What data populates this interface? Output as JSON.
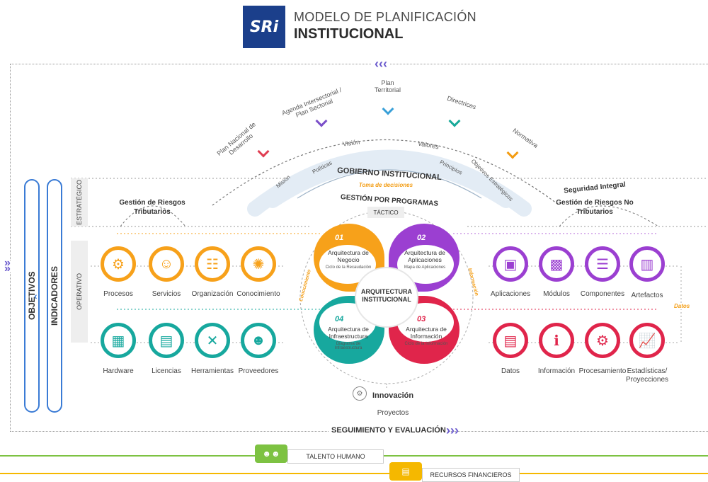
{
  "header": {
    "logo_text": "SRi",
    "title_line1": "MODELO DE PLANIFICACIÓN",
    "title_line2": "INSTITUCIONAL"
  },
  "top_chevron": "‹‹‹",
  "left_chevron": "»",
  "left": {
    "objetivos": "OBJETIVOS",
    "indicadores": "INDICADORES",
    "estrategico": "ESTRATÉGICO",
    "operativo": "OPERATIVO"
  },
  "strategic_inputs": [
    {
      "label": "Plan Nacional de Desarrollo",
      "color": "#e03e52"
    },
    {
      "label": "Agenda Intersectorial / Plan Sectorial",
      "color": "#7b4fc9"
    },
    {
      "label": "Plan Territorial",
      "color": "#3aa0d8"
    },
    {
      "label": "Directrices",
      "color": "#18a999"
    },
    {
      "label": "Normativa",
      "color": "#f39c12"
    }
  ],
  "arc_pills": {
    "outer": [
      "Visión",
      "Valores"
    ],
    "inner": [
      "Misión",
      "Políticas",
      "Principios",
      "Objetivos Estratégicos"
    ]
  },
  "governance": {
    "title": "GOBIERNO INSTITUCIONAL",
    "subtitle": "Toma de decisiones",
    "programs": "GESTIÓN POR PROGRAMAS",
    "tactico": "TÁCTICO"
  },
  "risks_left": "Gestión de Riesgos Tributarios",
  "security": {
    "title": "Seguridad Integral",
    "risks": "Gestión de Riesgos No Tributarios"
  },
  "center": {
    "title": "ARQUITECTURA INSTITUCIONAL",
    "conocimiento": "Conocimiento",
    "informacion": "Información",
    "petals": [
      {
        "num": "01",
        "title": "Arquitectura de Negocio",
        "sub": "Ciclo de la Recaudación",
        "color": "#f7a11a"
      },
      {
        "num": "02",
        "title": "Arquitectura de Aplicaciones",
        "sub": "Mapa de Aplicaciones",
        "color": "#9b3fd1"
      },
      {
        "num": "04",
        "title": "Arquitectura de Infraestructura",
        "sub": "Diagrama de Infraestructura",
        "color": "#17a89e"
      },
      {
        "num": "03",
        "title": "Arquitectura de Información",
        "sub": "Ciclo de la Información",
        "color": "#e0254b"
      }
    ]
  },
  "left_icons_top": [
    {
      "label": "Procesos",
      "icon": "gears-icon",
      "glyph": "⚙"
    },
    {
      "label": "Servicios",
      "icon": "service-icon",
      "glyph": "☺"
    },
    {
      "label": "Organización",
      "icon": "org-chart-icon",
      "glyph": "☷"
    },
    {
      "label": "Conocimiento",
      "icon": "lightbulb-icon",
      "glyph": "✺"
    }
  ],
  "left_icons_bottom": [
    {
      "label": "Hardware",
      "icon": "hardware-icon",
      "glyph": "▦"
    },
    {
      "label": "Licencias",
      "icon": "license-icon",
      "glyph": "▤"
    },
    {
      "label": "Herramientas",
      "icon": "tools-icon",
      "glyph": "✕"
    },
    {
      "label": "Proveedores",
      "icon": "provider-icon",
      "glyph": "☻"
    }
  ],
  "right_icons_top": [
    {
      "label": "Aplicaciones",
      "icon": "apps-icon",
      "glyph": "▣"
    },
    {
      "label": "Módulos",
      "icon": "modules-icon",
      "glyph": "▩"
    },
    {
      "label": "Componentes",
      "icon": "components-icon",
      "glyph": "☰"
    },
    {
      "label": "Artefactos",
      "icon": "artifacts-icon",
      "glyph": "▥"
    }
  ],
  "right_icons_bottom": [
    {
      "label": "Datos",
      "icon": "data-icon",
      "glyph": "▤"
    },
    {
      "label": "Información",
      "icon": "info-icon",
      "glyph": "ℹ"
    },
    {
      "label": "Procesamiento",
      "icon": "processing-icon",
      "glyph": "⚙"
    },
    {
      "label": "Estadísticas/ Proyecciones",
      "icon": "stats-icon",
      "glyph": "📈"
    }
  ],
  "datos_label": "Datos",
  "innovation": {
    "title": "Innovación",
    "sub": "Proyectos"
  },
  "footer": {
    "seguimiento": "SEGUIMIENTO Y EVALUACIÓN",
    "chevrons": "›››",
    "talento": "TALENTO HUMANO",
    "recursos": "RECURSOS FINANCIEROS"
  },
  "colors": {
    "orange": "#f7a11a",
    "purple": "#9b3fd1",
    "teal": "#17a89e",
    "red": "#e0254b",
    "green": "#7dc242",
    "yellow": "#f5b800",
    "blue": "#3a7bd5"
  }
}
